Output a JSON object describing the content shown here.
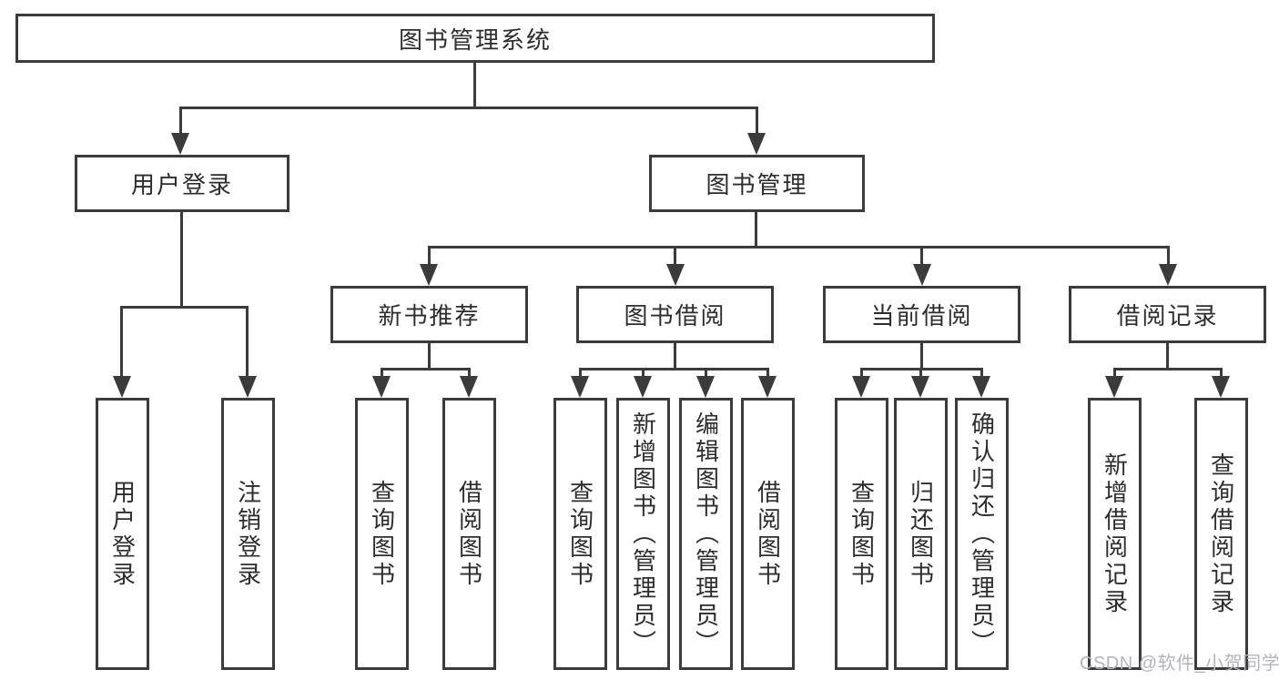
{
  "diagram_title": "图书管理系统",
  "colors": {
    "line": "#3b3b3b",
    "text": "#2d2d2d",
    "background": "#ffffff",
    "watermark": "#b4b4ba"
  },
  "nodes": {
    "root": "图书管理系统",
    "userLogin": "用户登录",
    "bookMgmt": "图书管理",
    "newBookRec": "新书推荐",
    "bookBorrow": "图书借阅",
    "currentBorrow": "当前借阅",
    "borrowRecords": "借阅记录",
    "leafUserLogin": "用户登录",
    "leafLogout": "注销登录",
    "nbrQuery": "查询图书",
    "nbrBorrow": "借阅图书",
    "bbQuery": "查询图书",
    "bbAdd": "新增图书（管理员）",
    "bbEdit": "编辑图书（管理员）",
    "bbBorrow": "借阅图书",
    "cbQuery": "查询图书",
    "cbReturn": "归还图书",
    "cbConfirm": "确认归还（管理员）",
    "brAdd": "新增借阅记录",
    "brQuery": "查询借阅记录"
  },
  "hierarchy": {
    "图书管理系统": {
      "用户登录": [
        "用户登录",
        "注销登录"
      ],
      "图书管理": {
        "新书推荐": [
          "查询图书",
          "借阅图书"
        ],
        "图书借阅": [
          "查询图书",
          "新增图书（管理员）",
          "编辑图书（管理员）",
          "借阅图书"
        ],
        "当前借阅": [
          "查询图书",
          "归还图书",
          "确认归还（管理员）"
        ],
        "借阅记录": [
          "新增借阅记录",
          "查询借阅记录"
        ]
      }
    }
  },
  "watermark": "CSDN @软件_小贺同学"
}
